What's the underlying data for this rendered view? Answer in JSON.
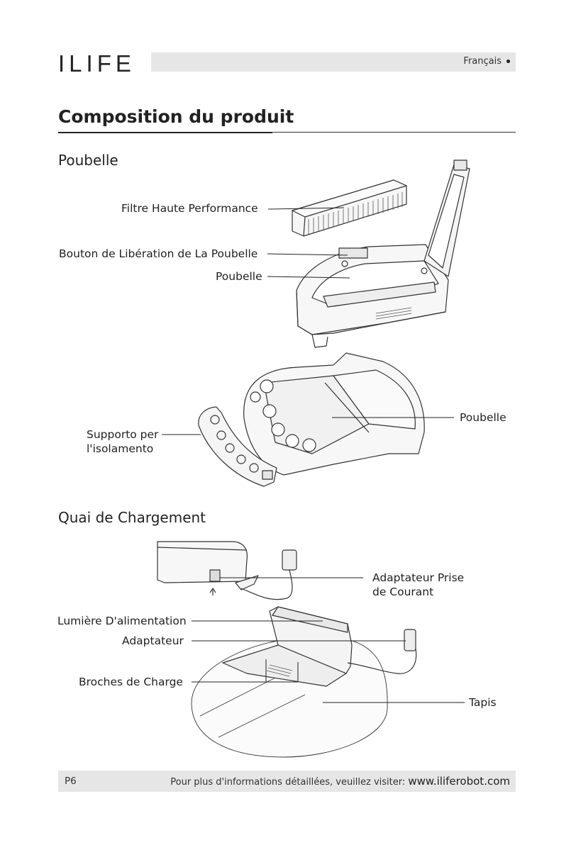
{
  "header": {
    "logo": "ILIFE",
    "language": "Français"
  },
  "title": "Composition du produit",
  "sections": {
    "bin": {
      "heading": "Poubelle",
      "labels": {
        "filter": "Filtre Haute Performance",
        "release_button": "Bouton de Libération de La Poubelle",
        "bin": "Poubelle",
        "support_line1": "Supporto per",
        "support_line2": "l'isolamento",
        "bin_right": "Poubelle"
      }
    },
    "dock": {
      "heading": "Quai de Chargement",
      "labels": {
        "adapter_plug_line1": "Adaptateur Prise",
        "adapter_plug_line2": "de Courant",
        "power_light": "Lumière D'alimentation",
        "adapter": "Adaptateur",
        "charge_pins": "Broches de Charge",
        "mat": "Tapis"
      }
    }
  },
  "footer": {
    "page": "P6",
    "info": "Pour plus d'informations détaillées, veuillez visiter: ",
    "url": "www.iliferobot.com"
  }
}
